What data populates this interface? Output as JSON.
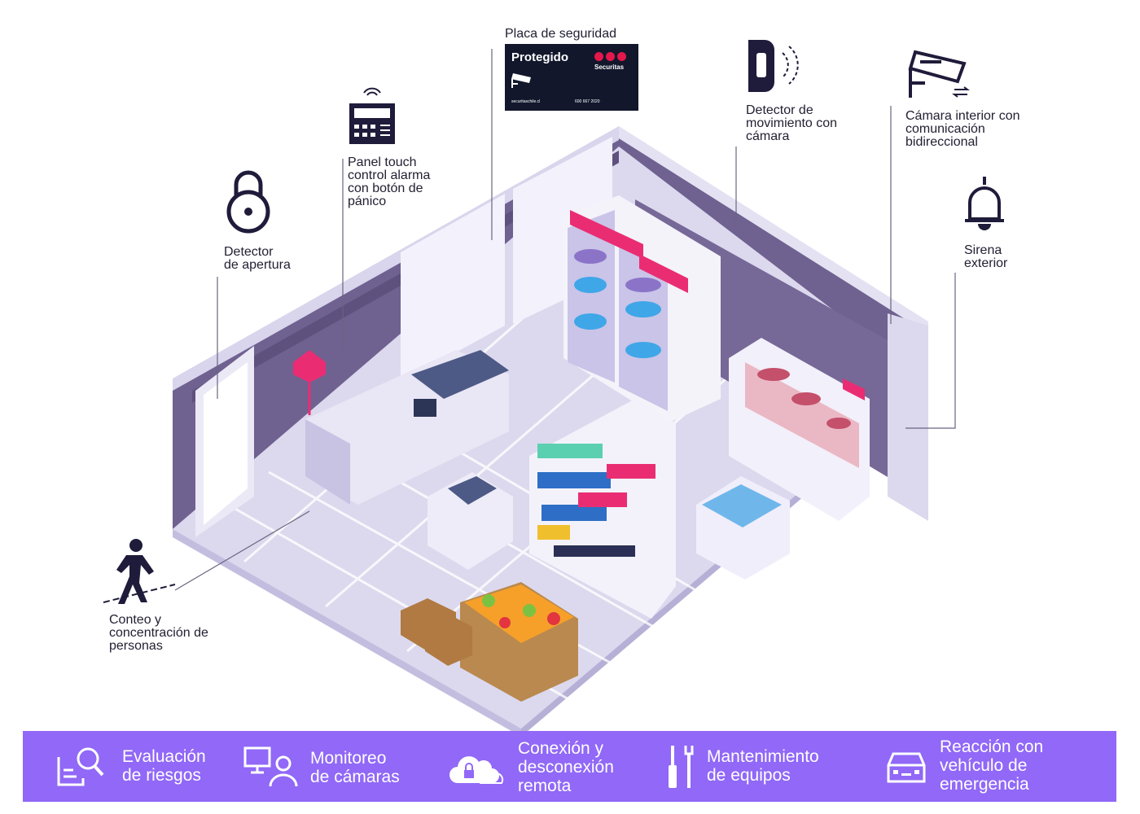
{
  "plate": {
    "title": "Placa de seguridad",
    "protected": "Protegido",
    "brand": "Securitas",
    "website": "securitaschile.cl",
    "phone": "600 667 2020"
  },
  "labels": {
    "opening": "Detector\nde apertura",
    "panel": "Panel touch\ncontrol alarma\ncon botón de\npánico",
    "motion": "Detector de\nmovimiento con\ncámara",
    "camera": "Cámara interior con\ncomunicación\nbidireccional",
    "siren": "Sirena\nexterior",
    "counting": "Conteo y\nconcentración de\npersonas"
  },
  "services": [
    {
      "label": "Evaluación\nde riesgos",
      "icon": "risk-evaluation-icon"
    },
    {
      "label": "Monitoreo\nde cámaras",
      "icon": "camera-monitoring-icon"
    },
    {
      "label": "Conexión y\ndesconexión\nremota",
      "icon": "remote-cloud-lock-icon"
    },
    {
      "label": "Mantenimiento\nde equipos",
      "icon": "tools-icon"
    },
    {
      "label": "Reacción con\nvehículo de\nemergencia",
      "icon": "car-icon"
    }
  ],
  "colors": {
    "accent": "#e5174b",
    "banner": "#9168f7",
    "wall_dark": "#72648f",
    "wall_light": "#d9d5ec",
    "floor": "#dcd9ee",
    "plate_bg": "#12172c"
  }
}
